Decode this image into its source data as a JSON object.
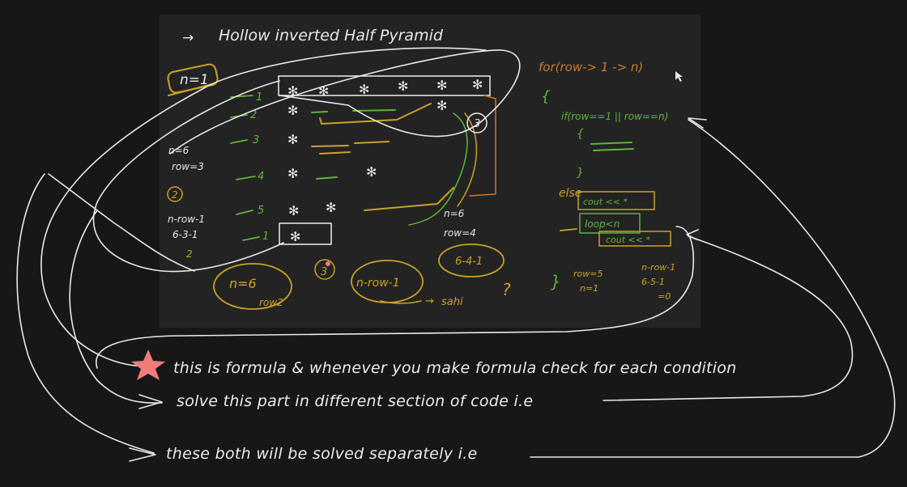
{
  "board": {
    "title": "Hollow inverted Half Pyramid",
    "n_box": "n=1",
    "side_n": "n=6",
    "side_row": "row=3",
    "side_2": "2",
    "side_f1": "n-row-1",
    "side_f2": "6-3-1",
    "side_f3": "2",
    "row_labels": [
      "1",
      "2",
      "3",
      "4",
      "5",
      "1"
    ],
    "mid_n": "n=6",
    "mid_row": "row=4",
    "bubble_n": "n=6",
    "bubble_row": "row2",
    "bubble_3": "3",
    "bubble_formula": "n-row-1",
    "sahi": "sahi",
    "q": "?",
    "right_bubble": "6-4-1",
    "circle_3": "3",
    "code_for": "for(row-> 1 -> n)",
    "code_brace_open": "{",
    "code_if": "if(row==1 || row==n)",
    "code_else": "else",
    "code_cout1": "cout << *",
    "code_loop": "loop<n",
    "code_cout2": "cout << *",
    "code_brace_close": "}",
    "br_row": "row=5",
    "br_n": "n=1",
    "br_f1": "n-row-1",
    "br_f2": "6-5-1",
    "br_f3": "=0"
  },
  "notes": {
    "line1": "this is formula & whenever you make formula check for each condition",
    "line2": "solve this part in different section of code i.e",
    "line3": "these both will be solved separately i.e"
  },
  "colors": {
    "background": "#171717",
    "board": "#232323",
    "ink_white": "#e8e8e8",
    "ink_yellow": "#c9a227",
    "ink_green": "#5fb43a",
    "ink_orange": "#c7792f",
    "star_marker": "#ef7b7b"
  }
}
